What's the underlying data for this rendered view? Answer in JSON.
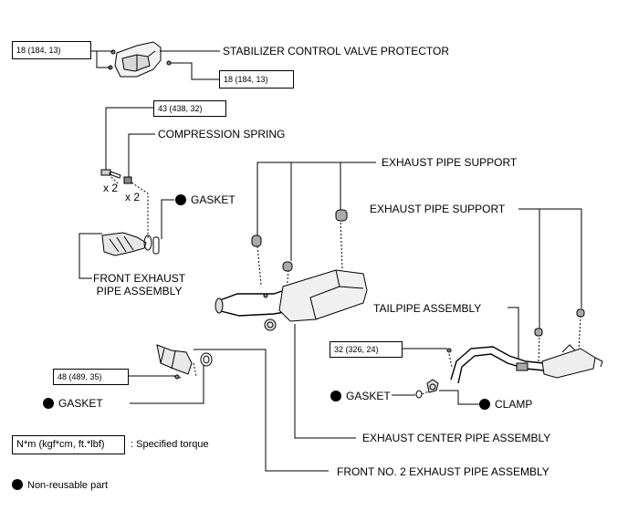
{
  "torques": {
    "valve_left": "18 (184, 13)",
    "valve_right": "18 (184, 13)",
    "bolt_43": "43 (438, 32)",
    "bolt_48": "48 (489, 35)",
    "bolt_32": "32 (326, 24)"
  },
  "labels": {
    "stabilizer": "STABILIZER CONTROL VALVE PROTECTOR",
    "compression_spring": "COMPRESSION SPRING",
    "x2_bolt": "x 2",
    "x2_spring": "x 2",
    "gasket_top": "GASKET",
    "front_exhaust_line1": "FRONT EXHAUST",
    "front_exhaust_line2": "PIPE ASSEMBLY",
    "support_top": "EXHAUST PIPE SUPPORT",
    "support_right": "EXHAUST PIPE SUPPORT",
    "tailpipe": "TAILPIPE ASSEMBLY",
    "gasket_left": "GASKET",
    "gasket_right": "GASKET",
    "clamp": "CLAMP",
    "center_pipe": "EXHAUST CENTER PIPE ASSEMBLY",
    "front_no2": "FRONT NO. 2 EXHAUST PIPE ASSEMBLY"
  },
  "legend": {
    "torque_unit": "N*m (kgf*cm, ft.*lbf)",
    "torque_desc": ": Specified torque",
    "nonreusable": "Non-reusable part"
  }
}
